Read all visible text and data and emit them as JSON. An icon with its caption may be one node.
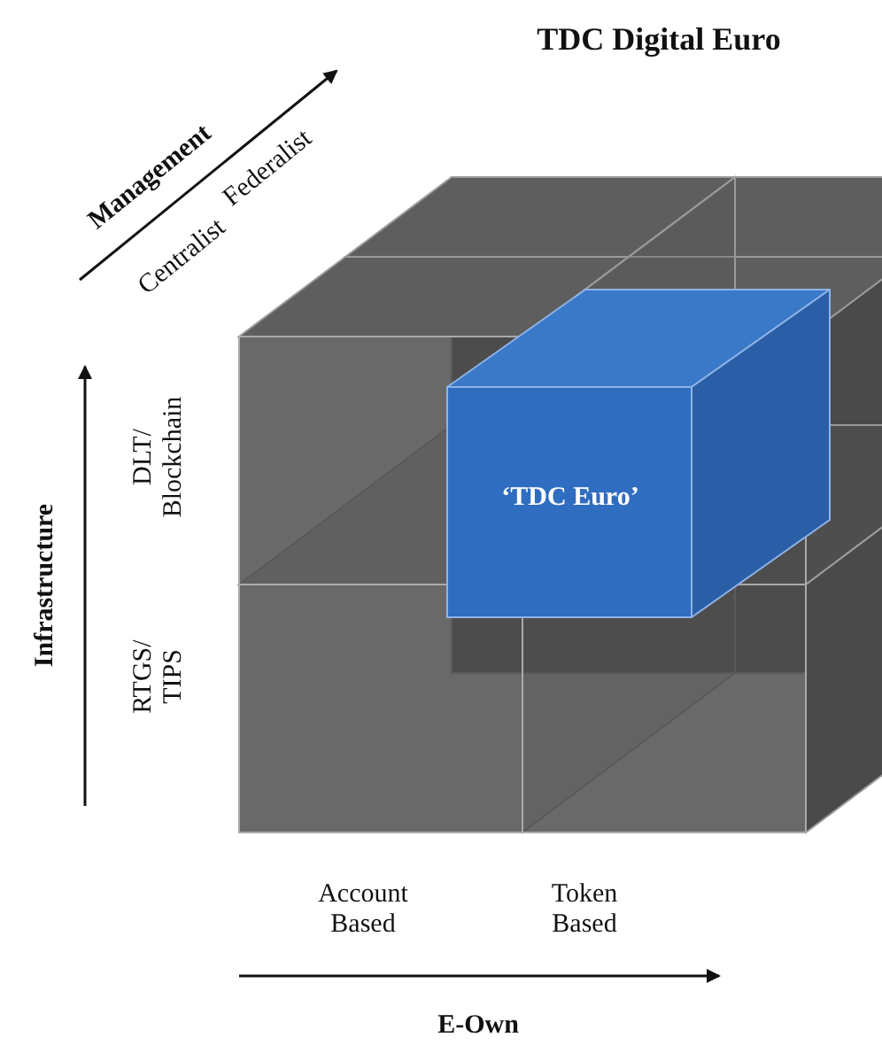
{
  "diagram": {
    "title": "TDC Digital Euro",
    "nodes": [
      {
        "text": [
          "‘TDC Euro’"
        ]
      }
    ],
    "labels": [
      "Management",
      "Centralist",
      "Federalist",
      "Infrastructure",
      "DLT/ Blockchain",
      "RTGS/ TIPS",
      "Account Based",
      "Token Based",
      "E-Own"
    ]
  }
}
